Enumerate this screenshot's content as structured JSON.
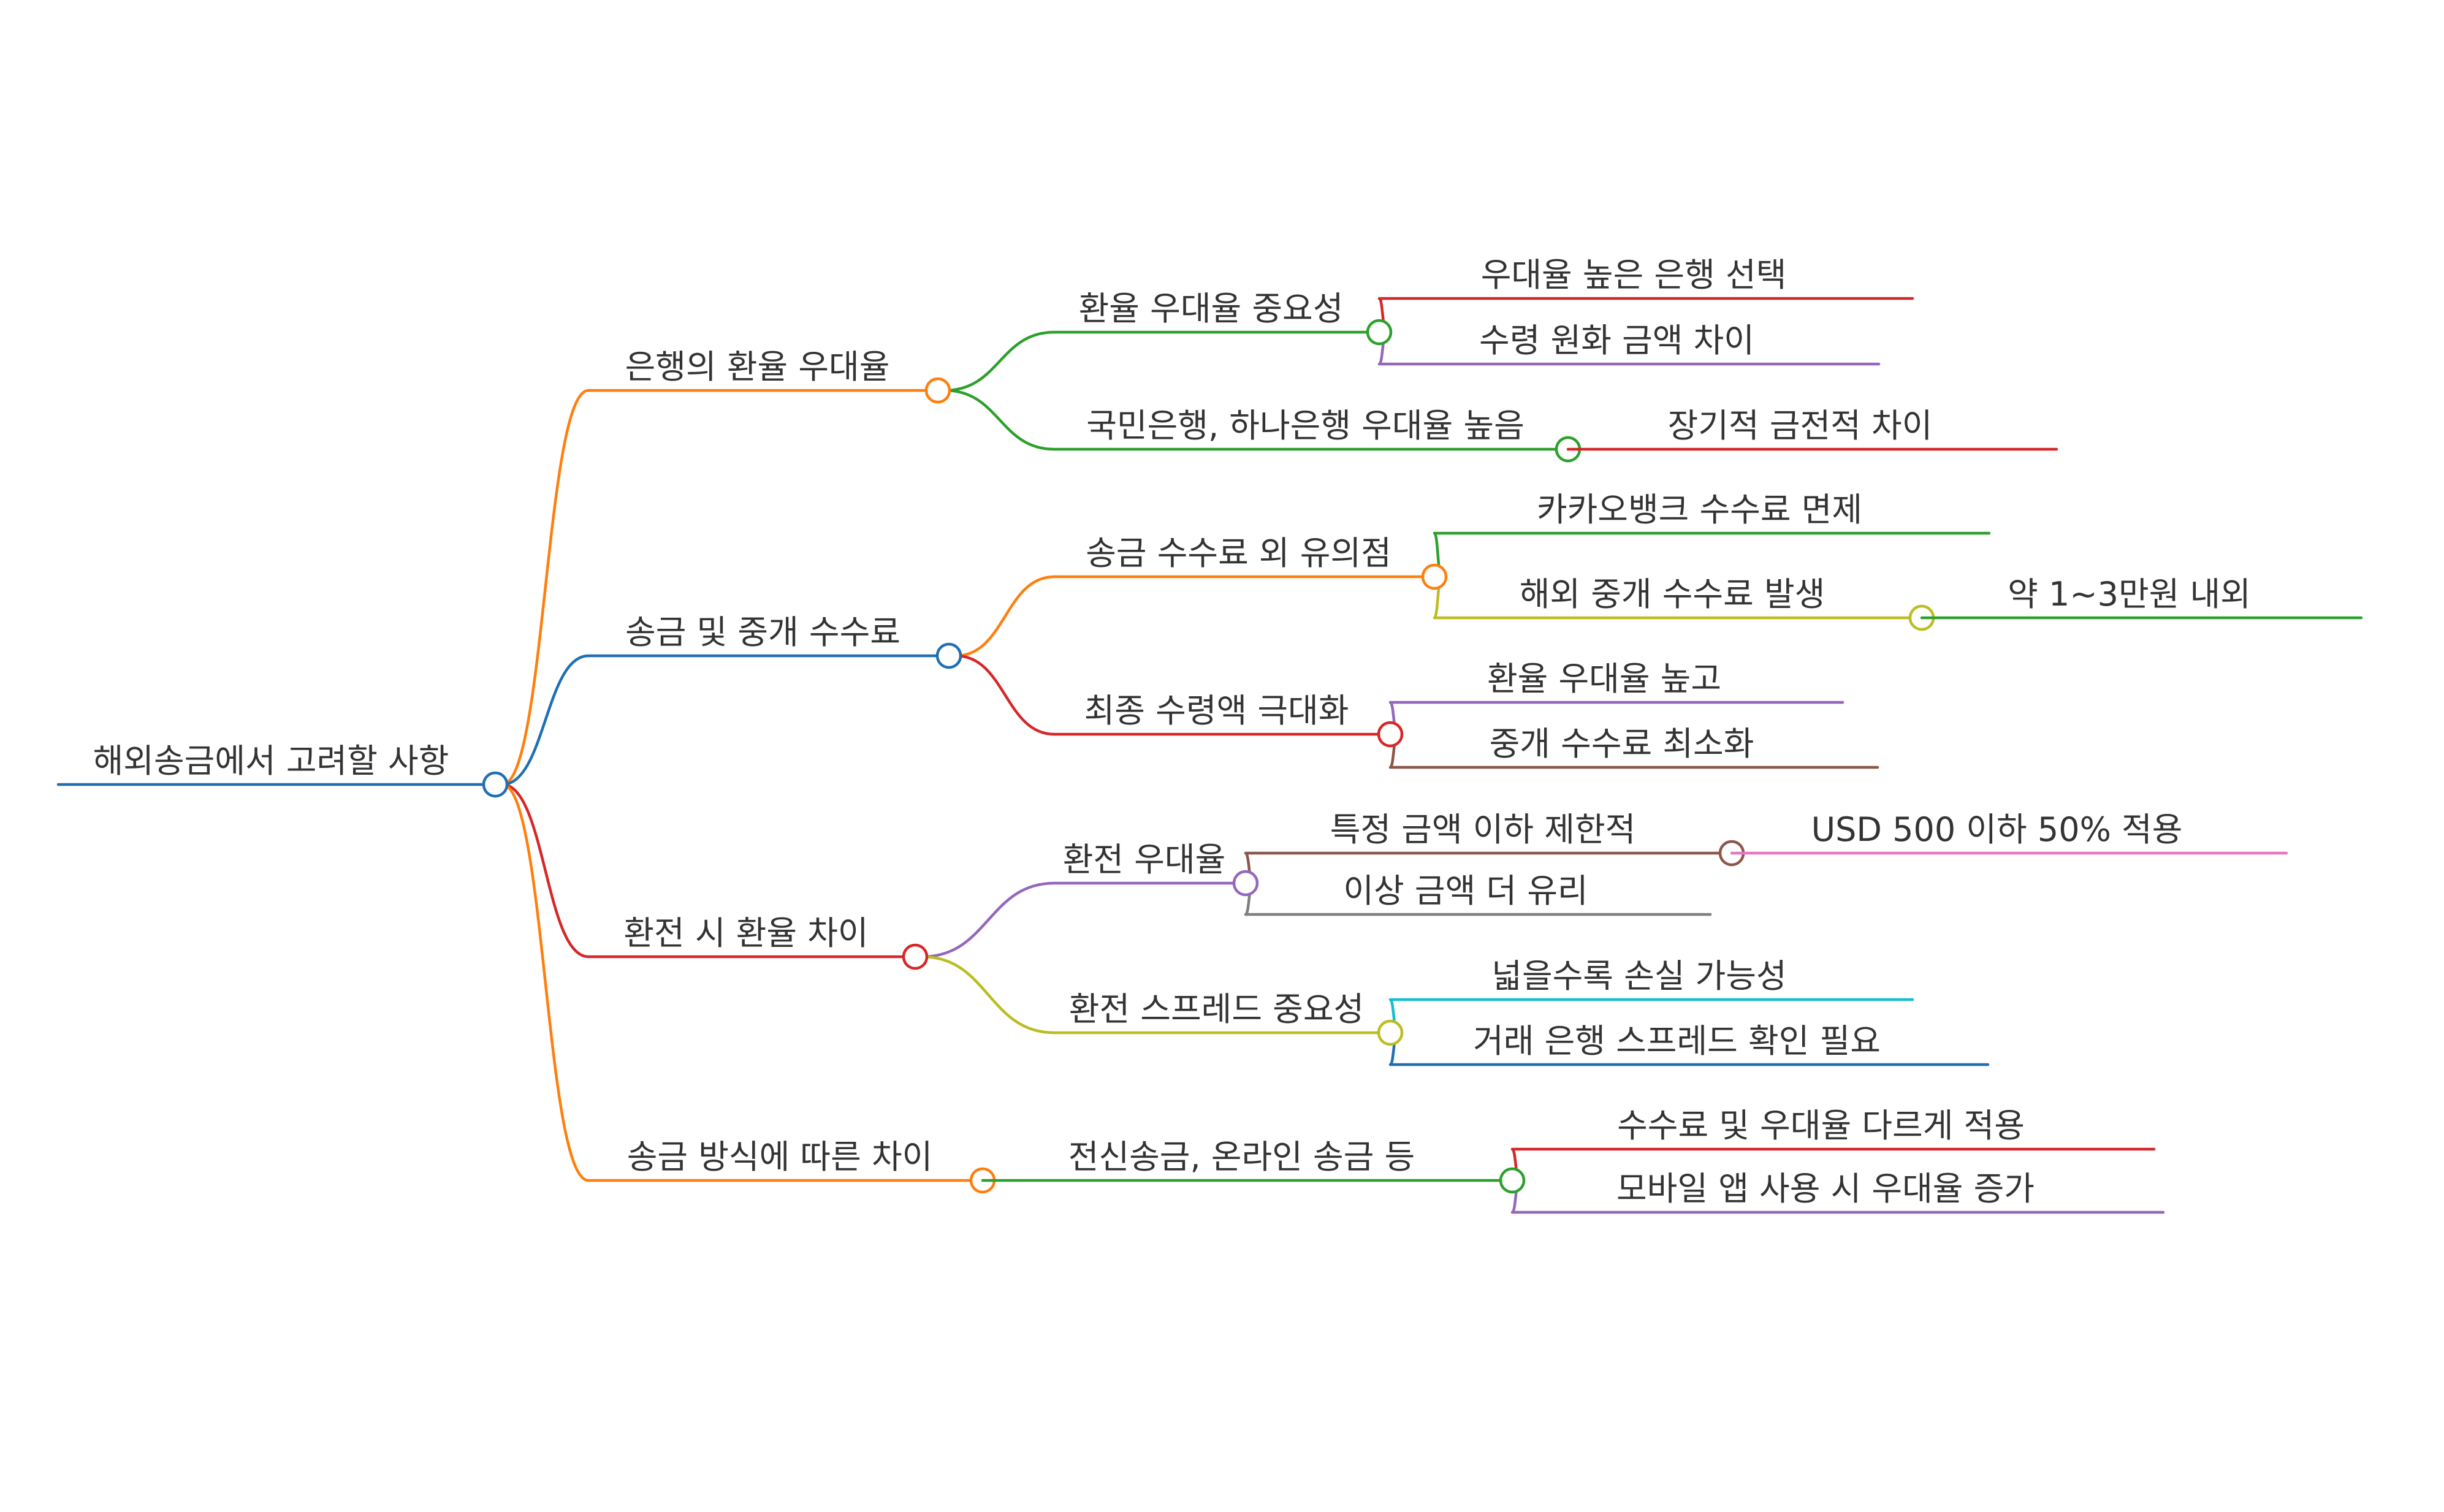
{
  "root": {
    "id": "root",
    "label": "해외송금에서 고려할 사항",
    "color": "#1f6fb2"
  },
  "nodes": [
    {
      "id": "b1",
      "parent": "root",
      "label": "은행의 환율 우대율",
      "color": "#ff7f0e"
    },
    {
      "id": "b1a",
      "parent": "b1",
      "label": "환율 우대율 중요성",
      "color": "#2ca02c"
    },
    {
      "id": "b1a1",
      "parent": "b1a",
      "label": "우대율 높은 은행 선택",
      "color": "#d62728"
    },
    {
      "id": "b1a2",
      "parent": "b1a",
      "label": "수령 원화 금액 차이",
      "color": "#9467bd"
    },
    {
      "id": "b1b",
      "parent": "b1",
      "label": "국민은행, 하나은행 우대율 높음",
      "color": "#2ca02c"
    },
    {
      "id": "b1b1",
      "parent": "b1b",
      "label": "장기적 금전적 차이",
      "color": "#d62728"
    },
    {
      "id": "b2",
      "parent": "root",
      "label": "송금 및 중개 수수료",
      "color": "#1f6fb2"
    },
    {
      "id": "b2a",
      "parent": "b2",
      "label": "송금 수수료 외 유의점",
      "color": "#ff7f0e"
    },
    {
      "id": "b2a1",
      "parent": "b2a",
      "label": "카카오뱅크 수수료 면제",
      "color": "#2ca02c"
    },
    {
      "id": "b2a2",
      "parent": "b2a",
      "label": "해외 중개 수수료 발생",
      "color": "#bcbd22"
    },
    {
      "id": "b2a2a",
      "parent": "b2a2",
      "label": "약 1~3만원 내외",
      "color": "#2ca02c"
    },
    {
      "id": "b2b",
      "parent": "b2",
      "label": "최종 수령액 극대화",
      "color": "#d62728"
    },
    {
      "id": "b2b1",
      "parent": "b2b",
      "label": "환율 우대율 높고",
      "color": "#9467bd"
    },
    {
      "id": "b2b2",
      "parent": "b2b",
      "label": "중개 수수료 최소화",
      "color": "#8c564b"
    },
    {
      "id": "b3",
      "parent": "root",
      "label": "환전 시 환율 차이",
      "color": "#d62728"
    },
    {
      "id": "b3a",
      "parent": "b3",
      "label": "환전 우대율",
      "color": "#9467bd"
    },
    {
      "id": "b3a1",
      "parent": "b3a",
      "label": "특정 금액 이하 제한적",
      "color": "#8c564b"
    },
    {
      "id": "b3a1a",
      "parent": "b3a1",
      "label": "USD 500 이하 50% 적용",
      "color": "#e377c2"
    },
    {
      "id": "b3a2",
      "parent": "b3a",
      "label": "이상 금액 더 유리",
      "color": "#7f7f7f"
    },
    {
      "id": "b3b",
      "parent": "b3",
      "label": "환전 스프레드 중요성",
      "color": "#bcbd22"
    },
    {
      "id": "b3b1",
      "parent": "b3b",
      "label": "넓을수록 손실 가능성",
      "color": "#17becf"
    },
    {
      "id": "b3b2",
      "parent": "b3b",
      "label": "거래 은행 스프레드 확인 필요",
      "color": "#1f6fb2"
    },
    {
      "id": "b4",
      "parent": "root",
      "label": "송금 방식에 따른 차이",
      "color": "#ff7f0e"
    },
    {
      "id": "b4a",
      "parent": "b4",
      "label": "전신송금, 온라인 송금 등",
      "color": "#2ca02c"
    },
    {
      "id": "b4a1",
      "parent": "b4a",
      "label": "수수료 및 우대율 다르게 적용",
      "color": "#d62728"
    },
    {
      "id": "b4a2",
      "parent": "b4a",
      "label": "모바일 앱 사용 시 우대율 증가",
      "color": "#9467bd"
    }
  ]
}
